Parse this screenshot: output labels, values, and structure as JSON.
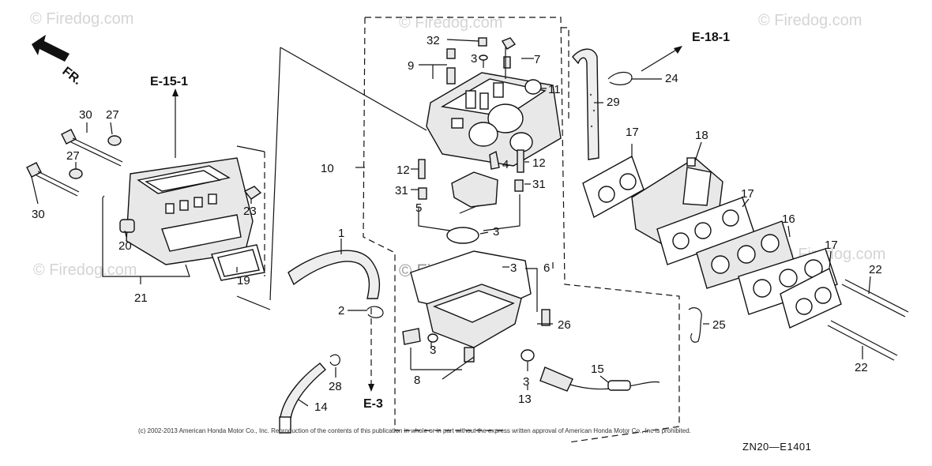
{
  "watermarks": {
    "top_left": "© Firedog.com",
    "top_center": "© Firedog.com",
    "top_right": "© Firedog.com",
    "mid_left": "© Firedog.com",
    "mid_right": "© Firedog.com",
    "center": "© Firedog.com"
  },
  "direction_label": "FR.",
  "section_refs": {
    "e15": "E-15-1",
    "e18": "E-18-1",
    "e3": "E-3"
  },
  "callouts": {
    "c1": "1",
    "c2": "2",
    "c3a": "3",
    "c3b": "3",
    "c3c": "3",
    "c3d": "3",
    "c3e": "3",
    "c3f": "3",
    "c4": "4",
    "c5": "5",
    "c6": "6",
    "c7": "7",
    "c8": "8",
    "c9": "9",
    "c10": "10",
    "c11": "11",
    "c12a": "12",
    "c12b": "12",
    "c13": "13",
    "c14": "14",
    "c15": "15",
    "c16": "16",
    "c17a": "17",
    "c17b": "17",
    "c17c": "17",
    "c18": "18",
    "c19": "19",
    "c20": "20",
    "c21": "21",
    "c22a": "22",
    "c22b": "22",
    "c23": "23",
    "c24": "24",
    "c25": "25",
    "c26": "26",
    "c27a": "27",
    "c27b": "27",
    "c28": "28",
    "c29": "29",
    "c30a": "30",
    "c30b": "30",
    "c31a": "31",
    "c31b": "31",
    "c32": "32"
  },
  "copyright": "(c) 2002-2013 American Honda Motor Co., Inc. Reproduction of the contents of this publication in whole or in part without the express written approval of American Honda Motor Co., Inc is prohibited.",
  "diagram_code": "ZN20—E1401"
}
